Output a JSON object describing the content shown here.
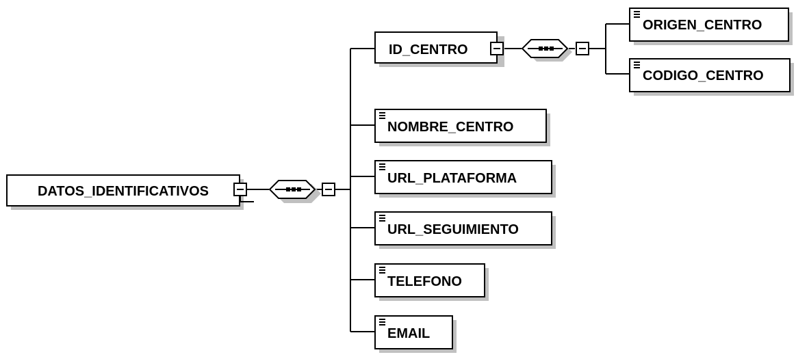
{
  "root": {
    "label": "DATOS_IDENTIFICATIVOS",
    "collapse_symbol": "minus-box"
  },
  "sequence_main": {
    "compositor": "sequence",
    "glyph": "—•••—"
  },
  "children": [
    {
      "label": "ID_CENTRO",
      "type": "complex",
      "collapse_symbol": "minus-box"
    },
    {
      "label": "NOMBRE_CENTRO",
      "type": "simple"
    },
    {
      "label": "URL_PLATAFORMA",
      "type": "simple"
    },
    {
      "label": "URL_SEGUIMIENTO",
      "type": "simple"
    },
    {
      "label": "TELEFONO",
      "type": "simple"
    },
    {
      "label": "EMAIL",
      "type": "simple"
    }
  ],
  "sequence_id_centro": {
    "compositor": "sequence",
    "glyph": "—•••—"
  },
  "id_centro_children": [
    {
      "label": "ORIGEN_CENTRO",
      "type": "simple"
    },
    {
      "label": "CODIGO_CENTRO",
      "type": "simple"
    }
  ],
  "colors": {
    "line": "#000000",
    "shadow": "#c0c0c0",
    "box_fill": "#ffffff"
  }
}
